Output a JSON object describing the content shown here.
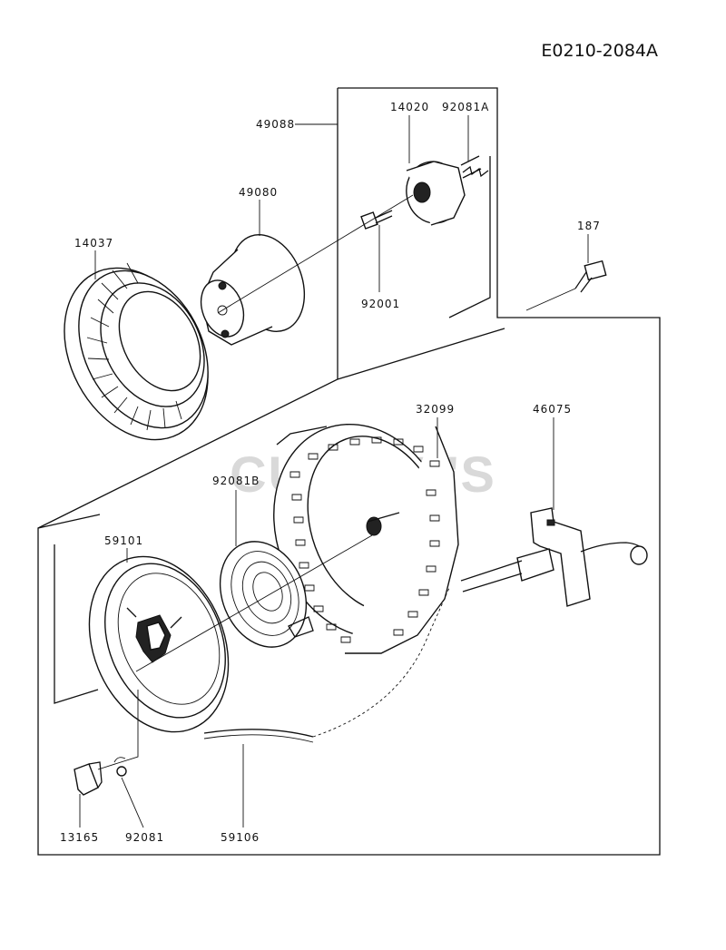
{
  "diagram_code": "E0210-2084A",
  "watermark": "CUTLER'S",
  "labels": {
    "p49088": "49088",
    "p14020": "14020",
    "p92081A": "92081A",
    "p49080": "49080",
    "p14037": "14037",
    "p187": "187",
    "p92001": "92001",
    "p32099": "32099",
    "p46075": "46075",
    "p92081B": "92081B",
    "p59101": "59101",
    "p13165": "13165",
    "p92081": "92081",
    "p59106": "59106"
  }
}
